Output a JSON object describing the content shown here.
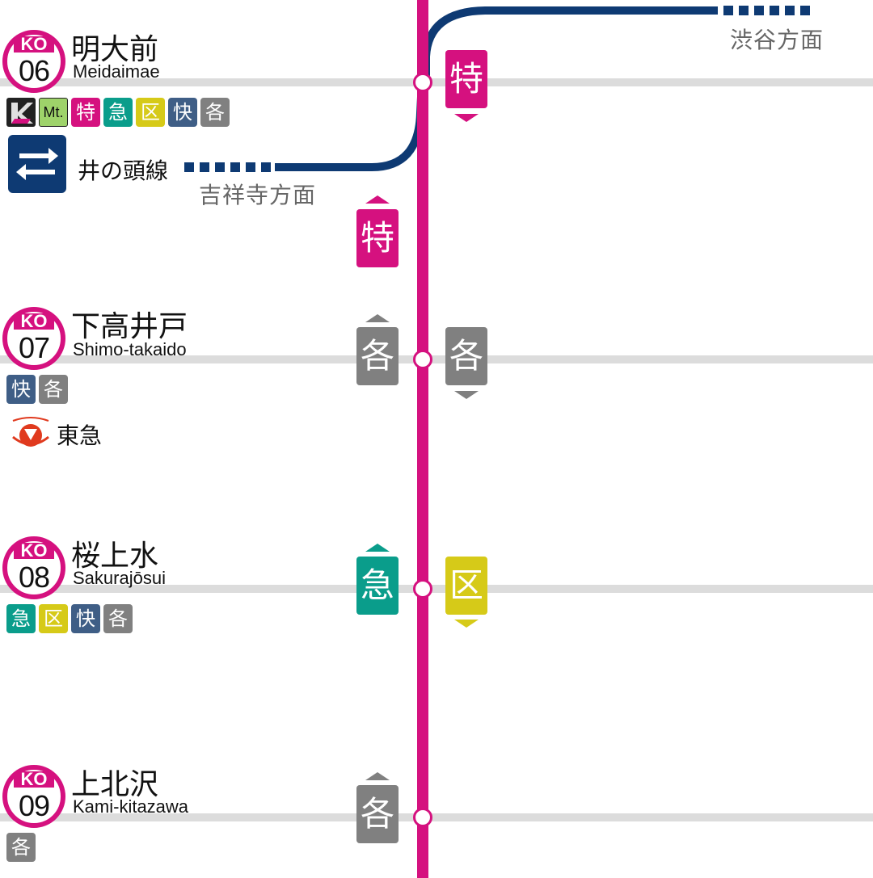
{
  "stations": [
    {
      "code_prefix": "KO",
      "number": "06",
      "name_ja": "明大前",
      "name_roman": "Meidaimae",
      "stop_types": [
        "特",
        "急",
        "区",
        "快",
        "各"
      ]
    },
    {
      "code_prefix": "KO",
      "number": "07",
      "name_ja": "下高井戸",
      "name_roman": "Shimo-takaido",
      "stop_types": [
        "快",
        "各"
      ]
    },
    {
      "code_prefix": "KO",
      "number": "08",
      "name_ja": "桜上水",
      "name_roman": "Sakurajōsui",
      "stop_types": [
        "急",
        "区",
        "快",
        "各"
      ]
    },
    {
      "code_prefix": "KO",
      "number": "09",
      "name_ja": "上北沢",
      "name_roman": "Kami-kitazawa",
      "stop_types": [
        "各"
      ]
    }
  ],
  "meidaimae_extras": {
    "logo_k": "K",
    "logo_mt": "Mt.",
    "transfer_icon": "transfer-arrows-icon",
    "transfer_line": "井の頭線",
    "direction_kichijoji": "吉祥寺方面",
    "direction_shibuya": "渋谷方面"
  },
  "shimotakaido_extras": {
    "tokyu_logo": "tokyu-logo-icon",
    "tokyu_label": "東急"
  },
  "trains": {
    "meidaimae_right": "特",
    "between_up": "特",
    "shimotakaido_left": "各",
    "shimotakaido_right": "各",
    "sakurajosui_left": "急",
    "sakurajosui_right": "区",
    "kamikitazawa_left": "各"
  },
  "colors": {
    "line": "#d5117f",
    "tokkyu": "#d5117f",
    "kyuko": "#0a9d8b",
    "kuma": "#d6ca18",
    "kaisoku": "#3f5e86",
    "kakueki": "#808080",
    "inokashira": "#0e3a73"
  }
}
